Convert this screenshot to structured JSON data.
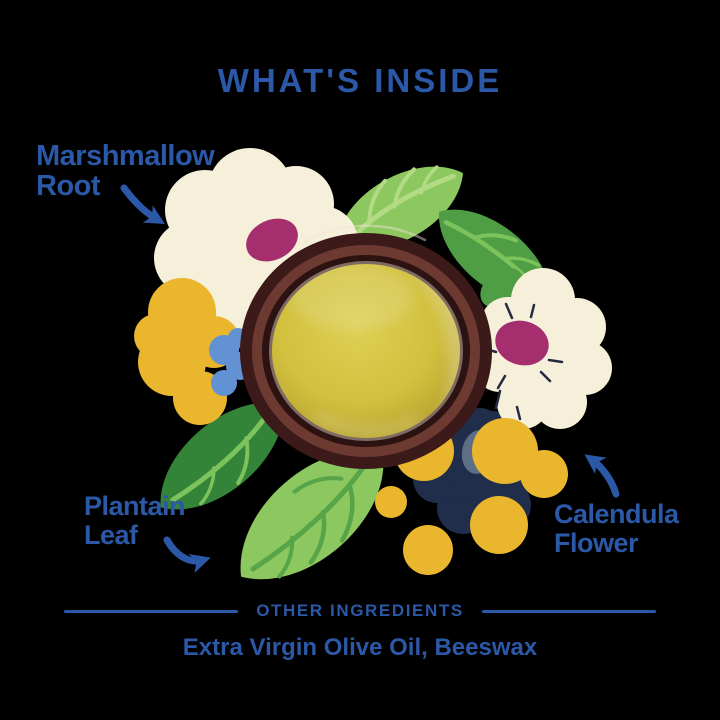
{
  "title": "WHAT'S INSIDE",
  "labels": {
    "marshmallow": {
      "line1": "Marshmallow",
      "line2": "Root"
    },
    "plantain": {
      "line1": "Plantain",
      "line2": "Leaf"
    },
    "calendula": {
      "line1": "Calendula",
      "line2": "Flower"
    }
  },
  "footer": {
    "heading": "OTHER INGREDIENTS",
    "ingredients": "Extra Virgin Olive Oil, Beeswax"
  },
  "icons": {
    "marshmallow-arrow": "curved-arrow-down-right",
    "plantain-arrow": "curved-arrow-right",
    "calendula-arrow": "curved-arrow-up-left"
  },
  "palette": {
    "text-blue": "#2b58a7",
    "cream": "#f6f0da",
    "magenta": "#a52f6e",
    "yellow": "#e9b62e",
    "blue-flower": "#6292d3",
    "navy": "#202d4b",
    "slate": "#5d6f85",
    "leaf-light": "#8cc75f",
    "leaf-mid": "#4f9d45",
    "leaf-dark": "#338339",
    "leaf-vein-light": "#b3db86",
    "leaf-vein-mid": "#7dc35b",
    "leaf-vein-dark": "#57a449",
    "jar-dark": "#3b1a19",
    "jar-mid": "#6d3a32",
    "jar-deep": "#2c1211",
    "jar-ring": "#8d7b72",
    "balm-light": "#ddcf54",
    "balm": "#d2c13e",
    "balm-deep": "#ae982c",
    "background": "#000000"
  }
}
